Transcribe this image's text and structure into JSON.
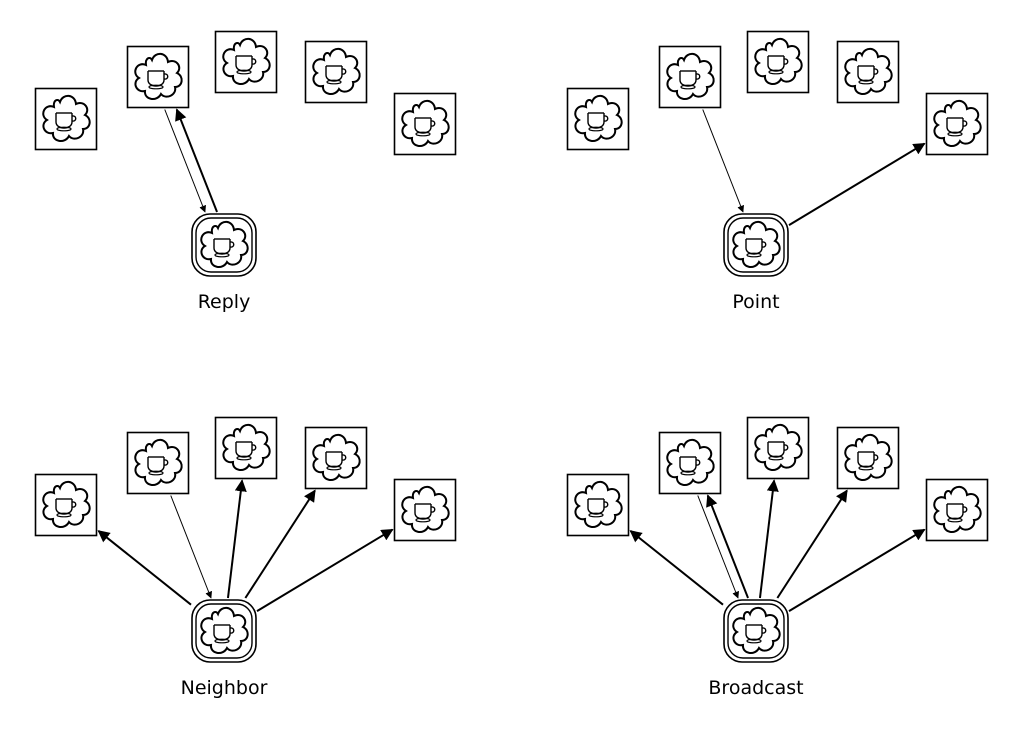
{
  "diagrams": [
    {
      "label": "Reply",
      "pattern": "reply"
    },
    {
      "label": "Point",
      "pattern": "point"
    },
    {
      "label": "Neighbor",
      "pattern": "neighbor"
    },
    {
      "label": "Broadcast",
      "pattern": "broadcast"
    }
  ],
  "icons": {
    "node": "cloud-teacup-icon"
  },
  "colors": {
    "stroke": "#000000",
    "background": "#ffffff"
  }
}
